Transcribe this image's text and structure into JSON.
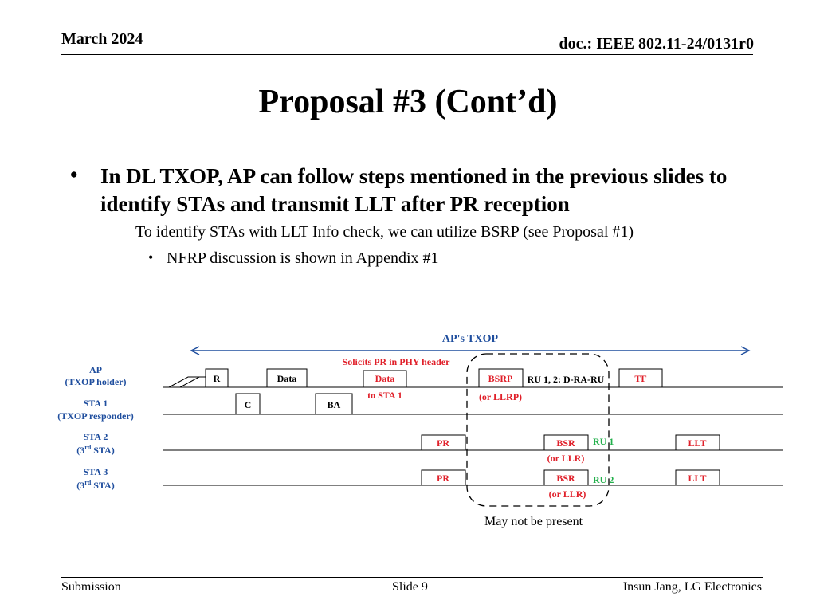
{
  "header": {
    "date": "March 2024",
    "doc": "doc.: IEEE 802.11-24/0131r0"
  },
  "title": "Proposal #3 (Cont’d)",
  "bullets": {
    "level1_marker": "•",
    "level1": "In DL TXOP, AP can follow steps mentioned in the previous slides to identify STAs and transmit LLT after PR reception",
    "level2_marker": "–",
    "level2": "To identify STAs with LLT Info check, we can utilize BSRP (see Proposal #1)",
    "level3_marker": "•",
    "level3": "NFRP discussion is shown in Appendix #1"
  },
  "diagram": {
    "txop_label": "AP's TXOP",
    "solicit_note": "Solicits PR in PHY header",
    "rows": {
      "ap": {
        "name": "AP",
        "sub": "(TXOP  holder)"
      },
      "sta1": {
        "name": "STA 1",
        "sub": "(TXOP  responder)"
      },
      "sta2": {
        "name": "STA 2",
        "sub_pre": "(3",
        "sub_sup": "rd",
        "sub_post": " STA)"
      },
      "sta3": {
        "name": "STA 3",
        "sub_pre": "(3",
        "sub_sup": "rd",
        "sub_post": " STA)"
      }
    },
    "frames": {
      "r": "R",
      "data1": "Data",
      "data2": "Data",
      "bsrp": "BSRP",
      "tf": "TF",
      "c": "C",
      "ba": "BA",
      "pr2": "PR",
      "bsr2": "BSR",
      "llt2": "LLT",
      "pr3": "PR",
      "bsr3": "BSR",
      "llt3": "LLT"
    },
    "notes": {
      "to_sta1": "to STA 1",
      "or_llrp": "(or LLRP)",
      "ru_assign": "RU 1, 2: D-RA-RU",
      "ru1": "RU 1",
      "ru2": "RU 2",
      "or_llr_2": "(or LLR)",
      "or_llr_3": "(or LLR)"
    },
    "colors": {
      "blue": "#1f4e9e",
      "red": "#e0202a",
      "green": "#22b04b"
    },
    "caption": "May not be present"
  },
  "footer": {
    "left": "Submission",
    "center": "Slide 9",
    "right": "Insun Jang, LG Electronics"
  }
}
